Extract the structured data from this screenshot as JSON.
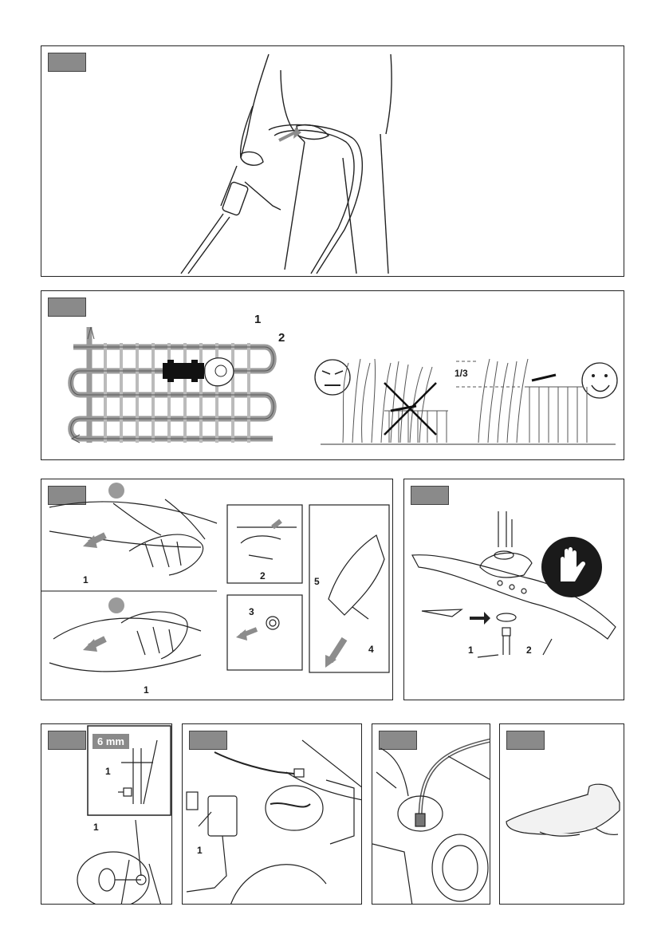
{
  "panel_mowing_stance": {},
  "panel_mowing_pattern": {
    "labels": {
      "one": "1",
      "two": "2",
      "fraction": "1/3"
    }
  },
  "panel_handle_fold": {
    "labels": {
      "one_a": "1",
      "one_b": "1",
      "two": "2",
      "three": "3",
      "four": "4",
      "five": "5"
    }
  },
  "panel_blade": {
    "labels": {
      "one": "1",
      "two": "2"
    }
  },
  "panel_wheel_height": {
    "measure": "6 mm",
    "labels": {
      "one_a": "1",
      "one_b": "1"
    }
  },
  "panel_charger": {
    "labels": {
      "one": "1"
    }
  },
  "panel_hose": {},
  "panel_mulch_plug": {},
  "colors": {
    "tag_gray": "#8a8a8a",
    "line": "#222222",
    "arrow_gray": "#8c8c8c"
  },
  "icons": [
    "person-pushing-mower",
    "lawn-mower-topview",
    "angry-face",
    "happy-face",
    "glove-icon",
    "charger",
    "wall-socket",
    "mulch-plug"
  ]
}
